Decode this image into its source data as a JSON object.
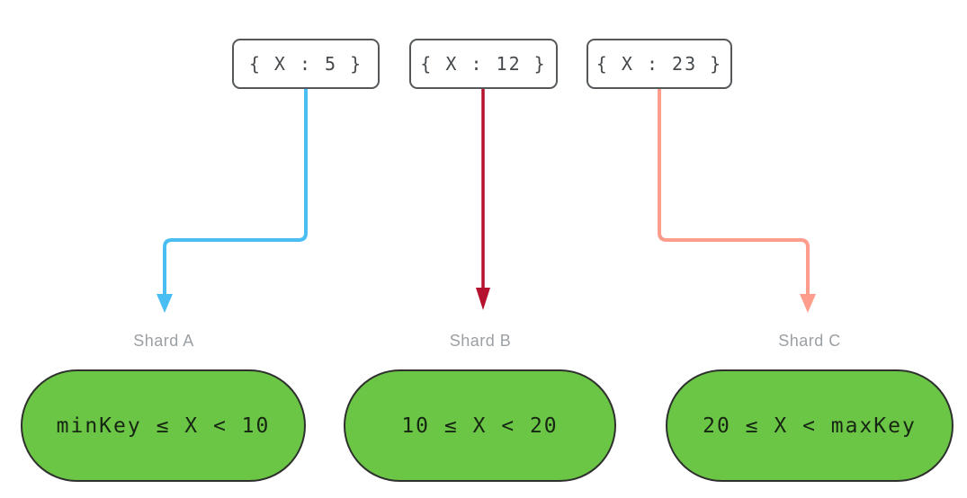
{
  "palette": {
    "background": "#FFFFFF",
    "shard_fill": "#6CC646",
    "shard_border": "#2E302D",
    "shard_text": "#162613",
    "doc_box_border": "#54585B",
    "doc_box_text": "#45494C",
    "shard_label_text": "#9BA0A5",
    "arrow_blue": "#4ABDF2",
    "arrow_red": "#B4122E",
    "arrow_salmon": "#FF9D8D"
  },
  "documents": [
    {
      "label": "{ X : 5 }",
      "arrow_color": "#4ABDF2",
      "target": "Shard A"
    },
    {
      "label": "{ X : 12 }",
      "arrow_color": "#B4122E",
      "target": "Shard B"
    },
    {
      "label": "{ X : 23 }",
      "arrow_color": "#FF9D8D",
      "target": "Shard C"
    }
  ],
  "shards": [
    {
      "name": "Shard A",
      "range": "minKey ≤ X < 10"
    },
    {
      "name": "Shard B",
      "range": "10 ≤ X < 20"
    },
    {
      "name": "Shard C",
      "range": "20 ≤ X < maxKey"
    }
  ]
}
